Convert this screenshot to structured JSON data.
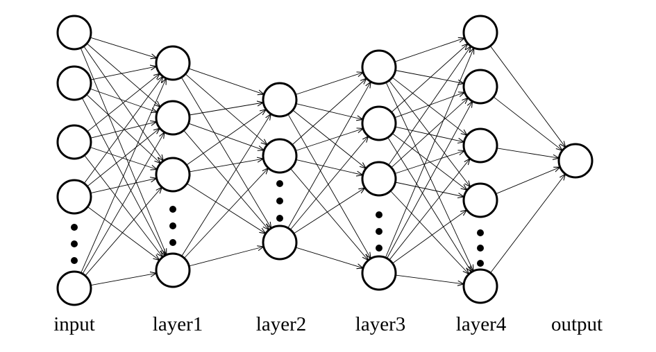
{
  "diagram": {
    "type": "feed-forward neural network",
    "colors": {
      "stroke": "#000000",
      "node_fill": "#ffffff",
      "dots": "#000000"
    },
    "layers": [
      {
        "label": "input",
        "visible_nodes": 5,
        "ellipsis": true
      },
      {
        "label": "layer1",
        "visible_nodes": 4,
        "ellipsis": true
      },
      {
        "label": "layer2",
        "visible_nodes": 3,
        "ellipsis": true
      },
      {
        "label": "layer3",
        "visible_nodes": 4,
        "ellipsis": true
      },
      {
        "label": "layer4",
        "visible_nodes": 5,
        "ellipsis": true
      },
      {
        "label": "output",
        "visible_nodes": 1,
        "ellipsis": false
      }
    ],
    "connectivity": "fully connected between adjacent layers, arrows pointing right"
  }
}
